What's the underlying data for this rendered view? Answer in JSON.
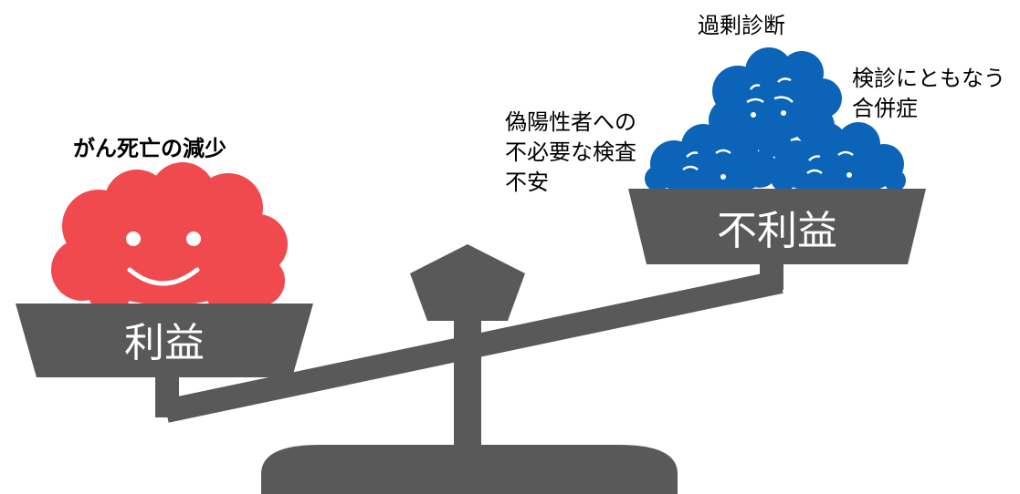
{
  "benefit": {
    "caption": "がん死亡の減少",
    "pan_label": "利益"
  },
  "harm": {
    "pan_label": "不利益",
    "items": {
      "top": "過剰診断",
      "left_line1": "偽陽性者への",
      "left_line2": "不必要な検査",
      "left_line3": "不安",
      "right_line1": "検診にともなう",
      "right_line2": "合併症"
    }
  },
  "colors": {
    "scale": "#595959",
    "benefit_blob": "#f04a4f",
    "harm_blob": "#0b64b8",
    "pan_text": "#ffffff"
  }
}
